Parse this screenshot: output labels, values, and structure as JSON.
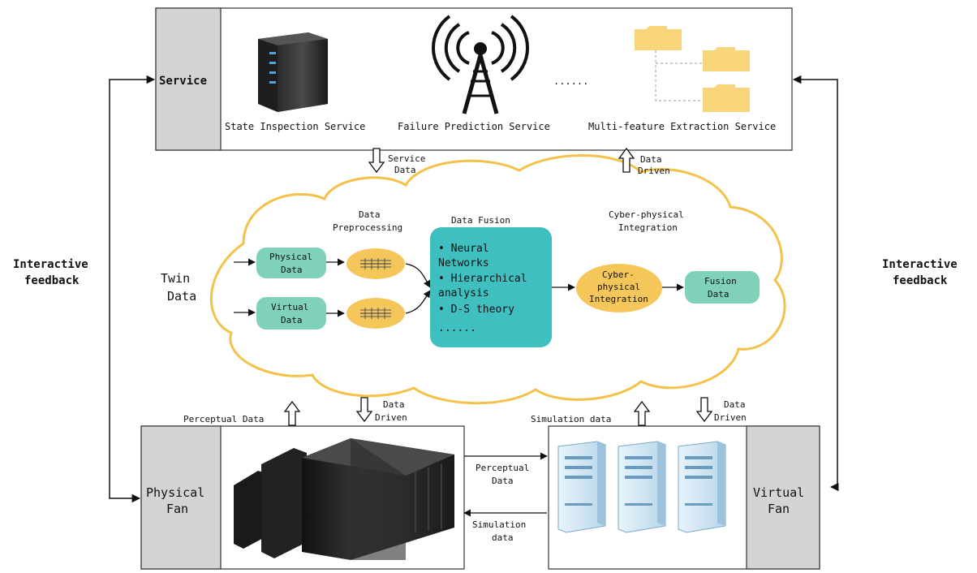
{
  "service_panel": {
    "side_label": "Service",
    "items": [
      {
        "icon": "server-tower-icon",
        "label": "State Inspection Service"
      },
      {
        "icon": "antenna-tower-icon",
        "label": "Failure Prediction Service"
      },
      {
        "icon": "folder-tree-icon",
        "label": "Multi-feature Extraction Service"
      }
    ],
    "ellipsis": "......"
  },
  "feedback": {
    "left": [
      "Interactive",
      "feedback"
    ],
    "right": [
      "Interactive",
      "feedback"
    ]
  },
  "twin_data": {
    "label": [
      "Twin",
      "Data"
    ],
    "service_data": [
      "Service",
      "Data"
    ],
    "data_driven_top": [
      "Data",
      "Driven"
    ],
    "preprocessing_title": [
      "Data",
      "Preprocessing"
    ],
    "fusion_title": "Data Fusion",
    "cyber_title": [
      "Cyber-physical",
      "Integration"
    ],
    "physical_data": [
      "Physical",
      "Data"
    ],
    "virtual_data": [
      "Virtual",
      "Data"
    ],
    "fusion_items": [
      "• Neural",
      "  Networks",
      "• Hierarchical",
      "  analysis",
      "• D-S theory",
      "......"
    ],
    "cyber_node": [
      "Cyber-",
      "physical",
      "Integration"
    ],
    "fusion_data": [
      "Fusion",
      "Data"
    ]
  },
  "physical_panel": {
    "side_label": [
      "Physical",
      "Fan"
    ],
    "perceptual_data": "Perceptual Data",
    "data_driven": [
      "Data",
      "Driven"
    ]
  },
  "virtual_panel": {
    "side_label": [
      "Virtual",
      "Fan"
    ],
    "simulation_data": "Simulation data",
    "data_driven": [
      "Data",
      "Driven"
    ]
  },
  "middle_links": {
    "perceptual": [
      "Perceptual",
      "Data"
    ],
    "simulation": [
      "Simulation",
      "data"
    ]
  },
  "colors": {
    "panel_gray": "#d4d4d4",
    "teal_node": "#7fd1b9",
    "teal_fusion": "#3fbfbf",
    "orange_node": "#f5c65a",
    "cloud_stroke": "#f2c24a",
    "folder": "#f8d57a"
  }
}
